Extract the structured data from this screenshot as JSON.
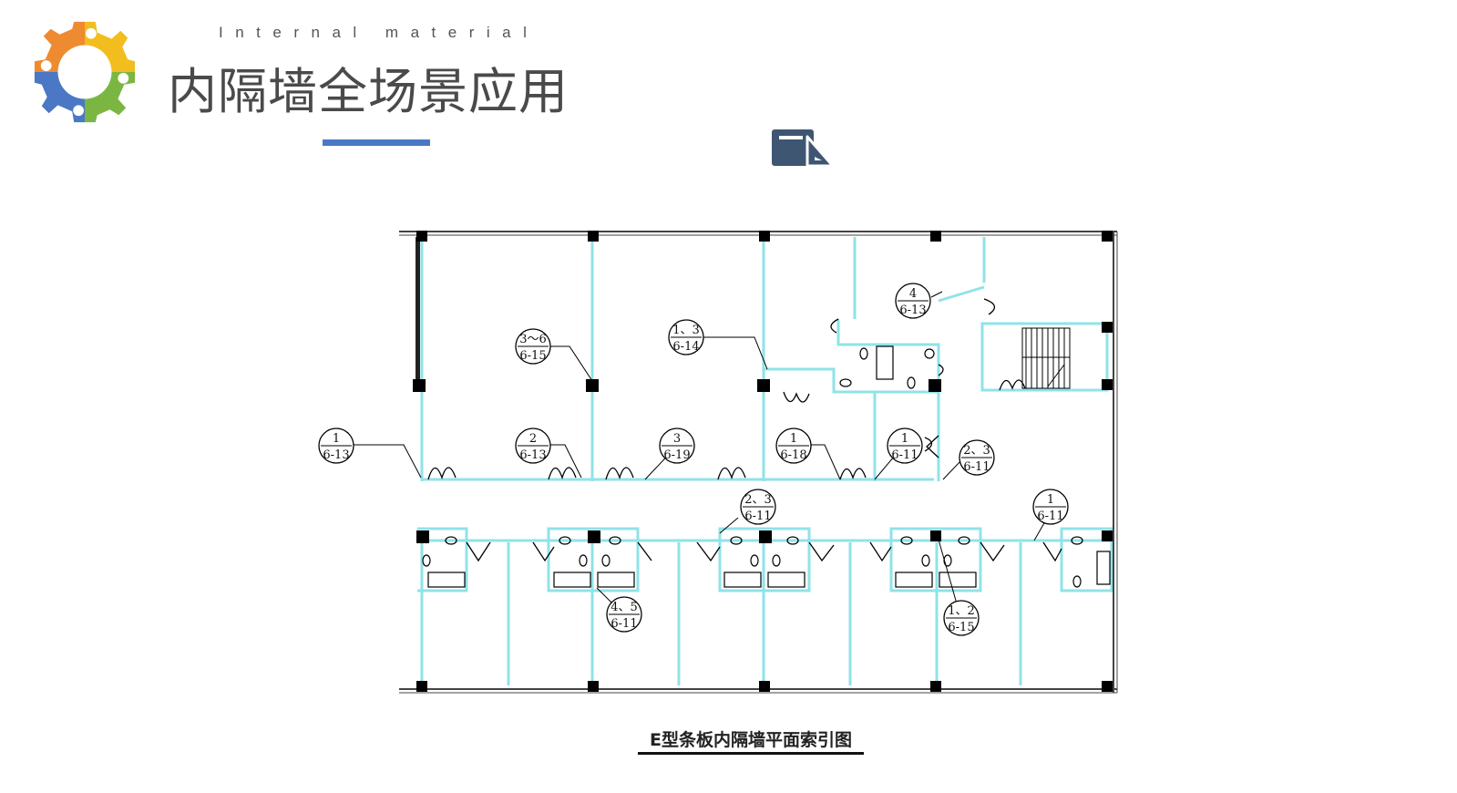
{
  "header": {
    "subtitle": "Internal material",
    "title": "内隔墙全场景应用"
  },
  "colors": {
    "accent": "#4a78c4",
    "logo_orange": "#ee8a2f",
    "logo_yellow": "#f2bd1e",
    "logo_blue": "#4a78c4",
    "logo_green": "#7bb642",
    "wall_cyan": "#8fe3e8",
    "icon_slate": "#3f5672"
  },
  "icons": {
    "logo": "puzzle-gear-icon",
    "document": "document-with-shape-icon"
  },
  "plan": {
    "caption": "E型条板内隔墙平面索引图",
    "callouts": [
      {
        "top": "1",
        "bottom": "6-13"
      },
      {
        "top": "2",
        "bottom": "6-13"
      },
      {
        "top": "3～6",
        "bottom": "6-15"
      },
      {
        "top": "1、3",
        "bottom": "6-14"
      },
      {
        "top": "3",
        "bottom": "6-19"
      },
      {
        "top": "4",
        "bottom": "6-13"
      },
      {
        "top": "1",
        "bottom": "6-18"
      },
      {
        "top": "1",
        "bottom": "6-11"
      },
      {
        "top": "2、3",
        "bottom": "6-11"
      },
      {
        "top": "2、3",
        "bottom": "6-11"
      },
      {
        "top": "1",
        "bottom": "6-11"
      },
      {
        "top": "4、5",
        "bottom": "6-11"
      },
      {
        "top": "1、2",
        "bottom": "6-15"
      }
    ]
  }
}
